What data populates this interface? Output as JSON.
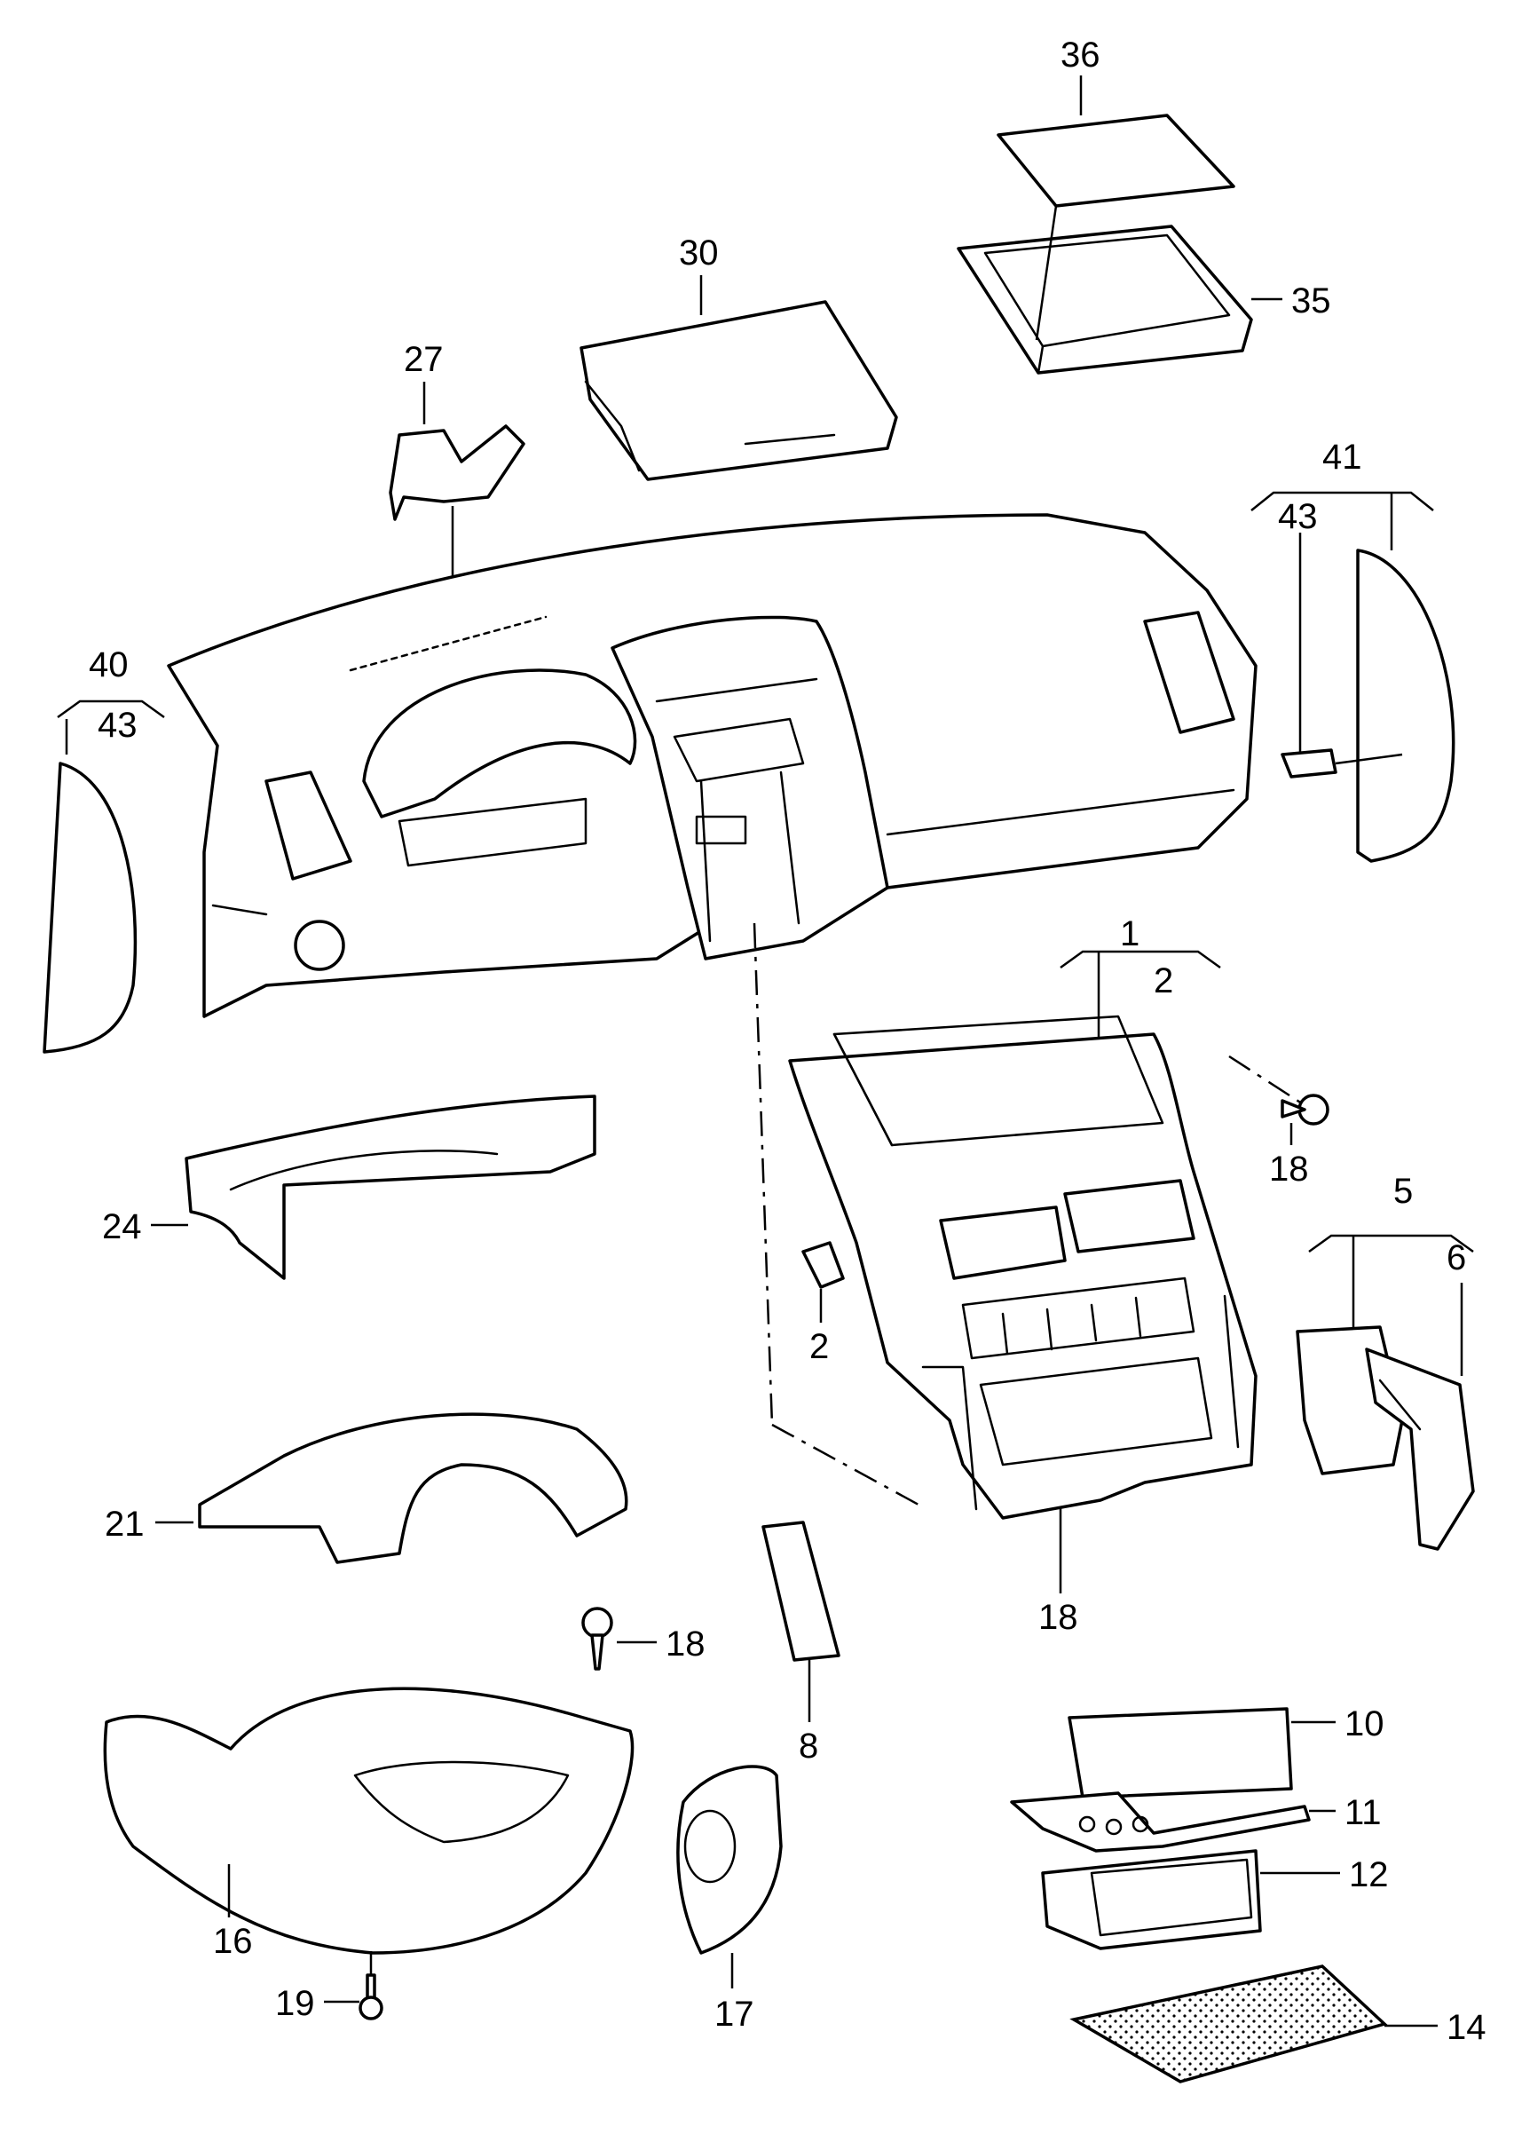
{
  "callouts": {
    "c36": "36",
    "c30": "30",
    "c35": "35",
    "c27": "27",
    "c41": "41",
    "c43a": "43",
    "c40": "40",
    "c43b": "43",
    "c1": "1",
    "c2a": "2",
    "c18a": "18",
    "c24": "24",
    "c5": "5",
    "c6": "6",
    "c2b": "2",
    "c21": "21",
    "c18b": "18",
    "c18c": "18",
    "c8": "8",
    "c10": "10",
    "c11": "11",
    "c16": "16",
    "c12": "12",
    "c19": "19",
    "c17": "17",
    "c14": "14"
  }
}
